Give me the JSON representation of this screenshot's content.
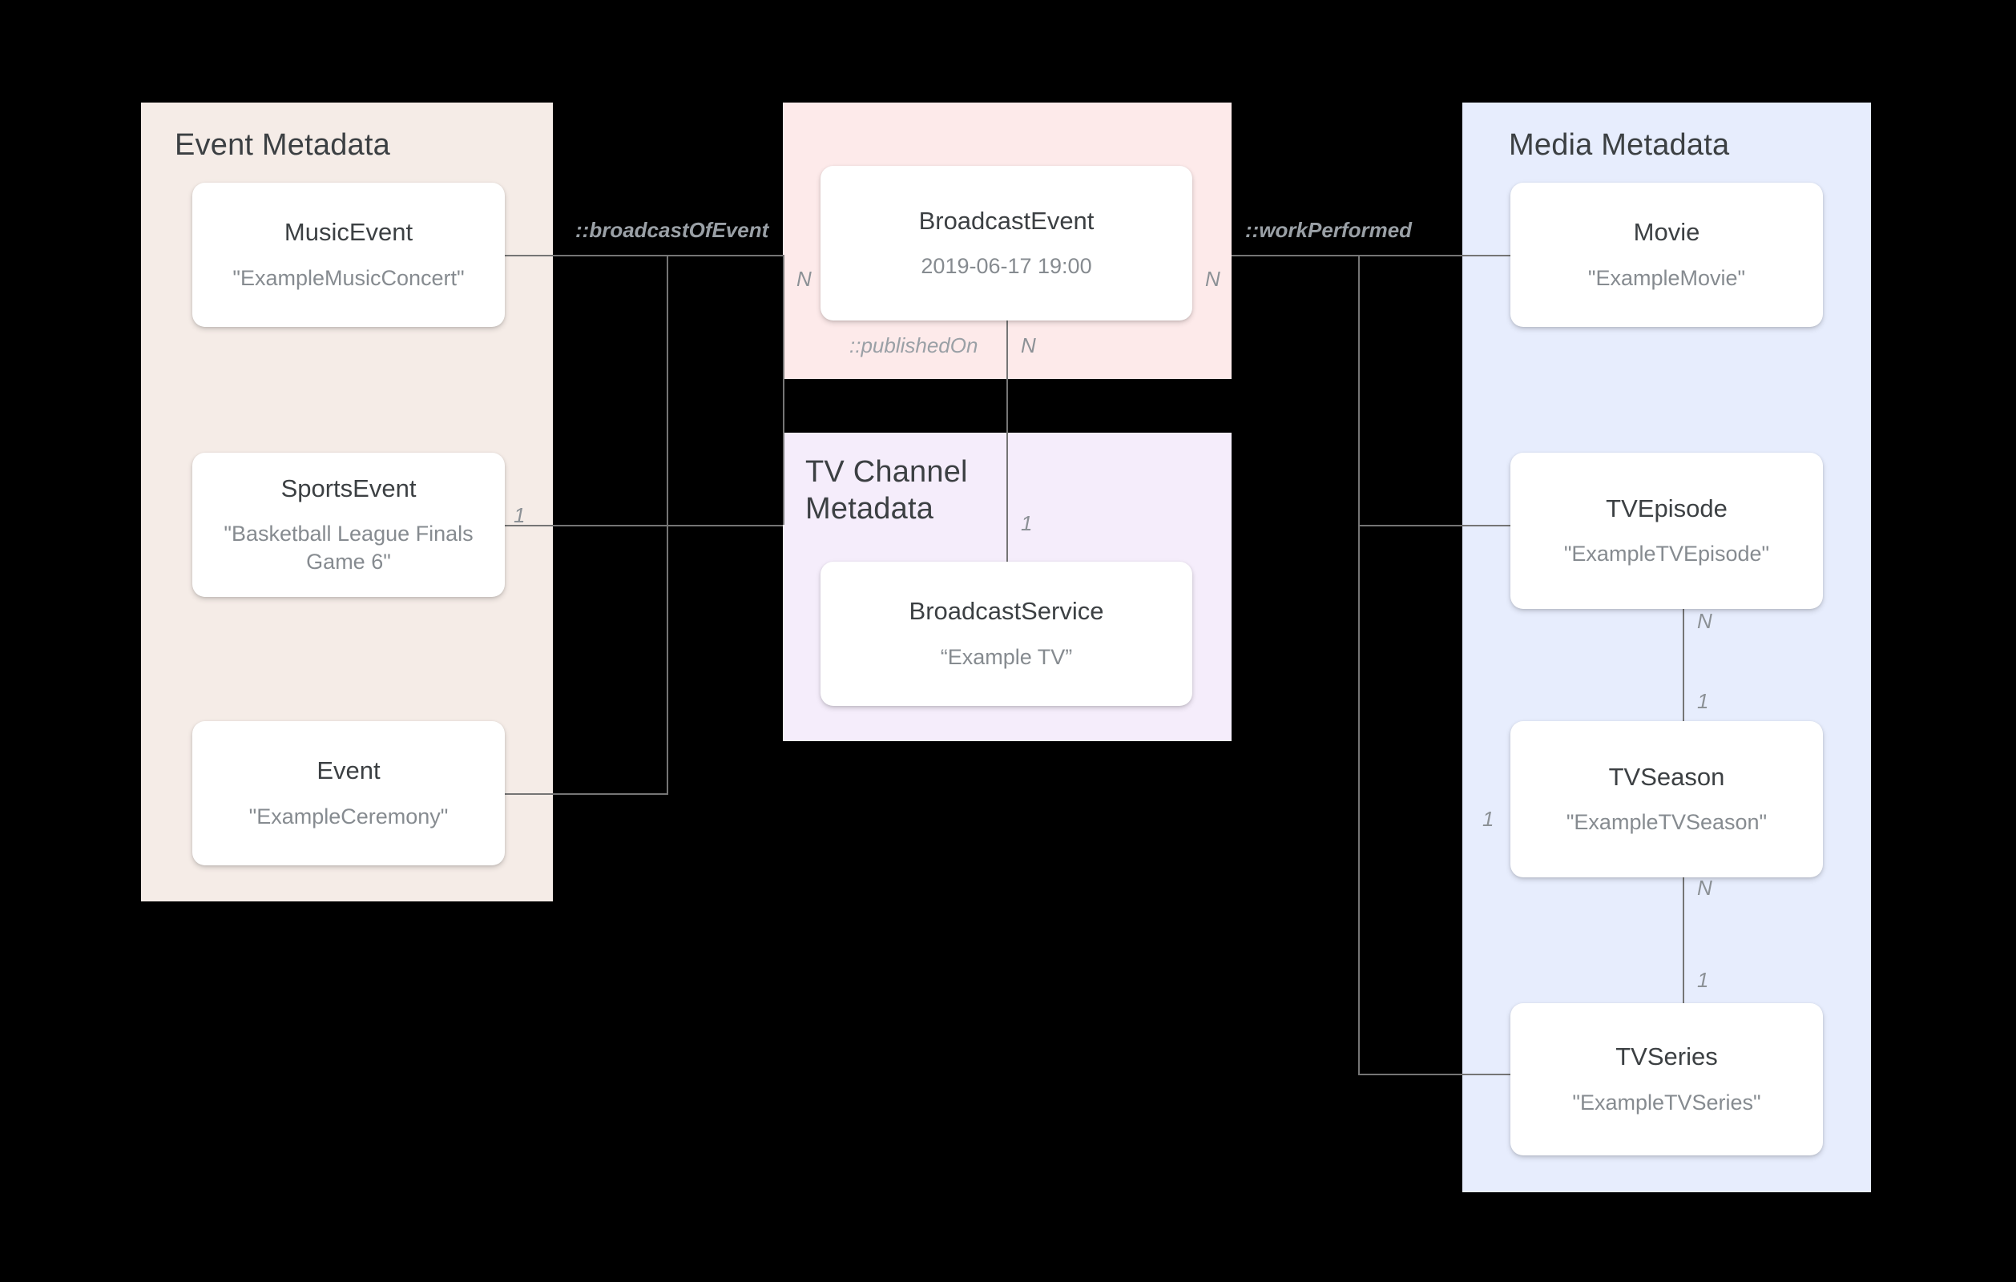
{
  "diagram": {
    "title": "Broadcast and media metadata entity relationship diagram",
    "background_color": "#000000",
    "line_color": "#757575"
  },
  "groups": [
    {
      "id": "event-metadata",
      "title": "Event Metadata",
      "color": "#f5ece7"
    },
    {
      "id": "broadcast-event",
      "title": "",
      "color": "#fdeaea"
    },
    {
      "id": "tv-channel-metadata",
      "title": "TV Channel\nMetadata",
      "color": "#f5edfb"
    },
    {
      "id": "media-metadata",
      "title": "Media Metadata",
      "color": "#e7edfd"
    }
  ],
  "entities": {
    "music_event": {
      "type": "MusicEvent",
      "value": "\"ExampleMusicConcert\""
    },
    "sports_event": {
      "type": "SportsEvent",
      "value": "\"Basketball League Finals Game 6\""
    },
    "event": {
      "type": "Event",
      "value": "\"ExampleCeremony\""
    },
    "broadcast_event": {
      "type": "BroadcastEvent",
      "value": "2019-06-17 19:00"
    },
    "broadcast_service": {
      "type": "BroadcastService",
      "value": "“Example TV”"
    },
    "movie": {
      "type": "Movie",
      "value": "\"ExampleMovie\""
    },
    "tv_episode": {
      "type": "TVEpisode",
      "value": "\"ExampleTVEpisode\""
    },
    "tv_season": {
      "type": "TVSeason",
      "value": "\"ExampleTVSeason\""
    },
    "tv_series": {
      "type": "TVSeries",
      "value": "\"ExampleTVSeries\""
    }
  },
  "relations": {
    "broadcast_of_event": {
      "label": "::broadcastOfEvent"
    },
    "work_performed": {
      "label": "::workPerformed"
    },
    "published_on": {
      "label": "::publishedOn"
    }
  },
  "cardinalities": {
    "events_to_broadcast_one": "1",
    "broadcast_left_n": "N",
    "broadcast_right_n": "N",
    "published_on_n": "N",
    "broadcast_service_one": "1",
    "episode_to_season_n": "N",
    "season_from_episode_one": "1",
    "season_to_series_n": "N",
    "series_from_season_one": "1",
    "series_work_one": "1"
  }
}
